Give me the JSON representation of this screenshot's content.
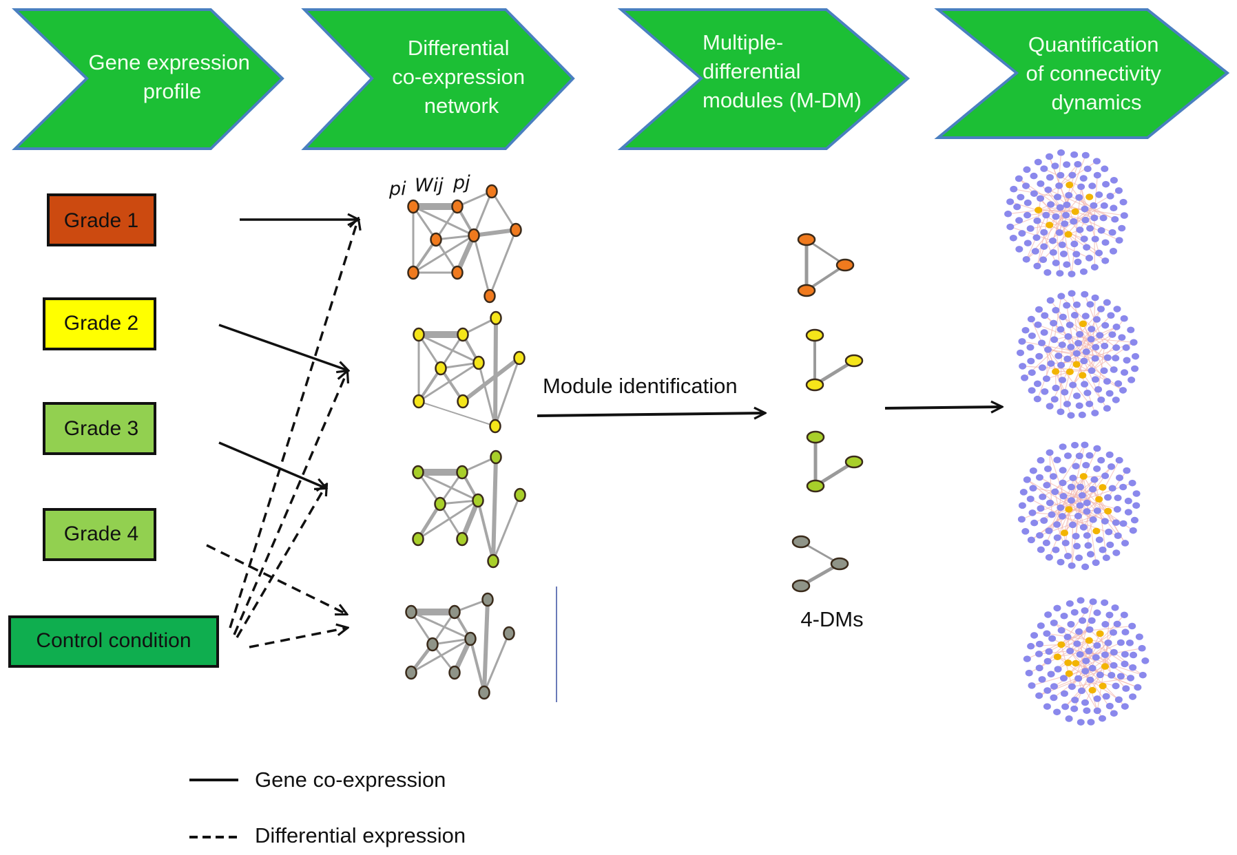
{
  "steps": [
    {
      "lines": [
        "Gene expression",
        "profile"
      ]
    },
    {
      "lines": [
        "Differential",
        "co-expression",
        "network"
      ]
    },
    {
      "lines": [
        "Multiple-",
        "differential",
        "modules (M-DM)"
      ]
    },
    {
      "lines": [
        "Quantification",
        "of connectivity",
        "dynamics"
      ]
    }
  ],
  "conditions": [
    {
      "label": "Grade 1",
      "color": "#cc4a10"
    },
    {
      "label": "Grade 2",
      "color": "#ffff00"
    },
    {
      "label": "Grade 3",
      "color": "#92d050"
    },
    {
      "label": "Grade 4",
      "color": "#92d050"
    },
    {
      "label": "Control condition",
      "color": "#0fae4f"
    }
  ],
  "network_labels": {
    "node_i": "pi",
    "edge": "Wij",
    "node_j": "pj"
  },
  "networks": [
    {
      "name": "grade-1-network",
      "node_color": "#f07a1e"
    },
    {
      "name": "grade-2-network",
      "node_color": "#f5e51a"
    },
    {
      "name": "grade-3-network",
      "node_color": "#a8cf2a"
    },
    {
      "name": "control-network",
      "node_color": "#8f9488"
    }
  ],
  "module_identification_label": "Module identification",
  "modules_label": "4-DMs",
  "legend": [
    {
      "style": "solid",
      "label": "Gene co-expression"
    },
    {
      "style": "dashed",
      "label": "Differential expression"
    }
  ],
  "colors": {
    "chevron_fill": "#1cbf35",
    "chevron_border": "#4a7fc0",
    "hub_node": "#f2b400",
    "periphery_node": "#8a88ec"
  }
}
